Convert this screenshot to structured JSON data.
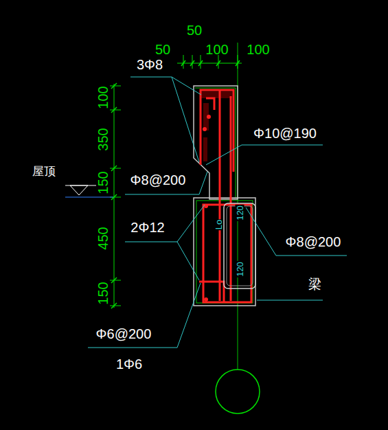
{
  "diagram": {
    "labels": [
      "50",
      "50",
      "100",
      "100",
      "3Φ8",
      "100",
      "350",
      "150",
      "450",
      "150",
      "Φ10@190",
      "屋顶",
      "Φ8@200",
      "2Φ12",
      "Lo",
      "120",
      "Φ8@200",
      "120",
      "梁",
      "Φ6@200",
      "1Φ6"
    ]
  }
}
